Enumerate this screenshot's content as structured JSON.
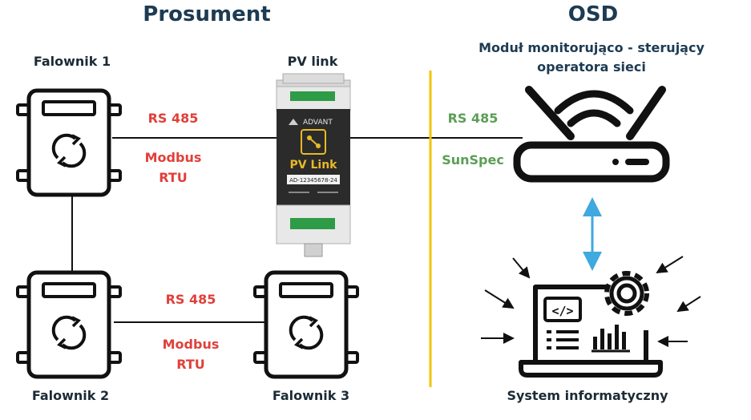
{
  "sections": {
    "left_title": "Prosument",
    "right_title": "OSD"
  },
  "devices": {
    "inverter1": "Falownik 1",
    "inverter2": "Falownik 2",
    "inverter3": "Falownik 3",
    "pvlink": "PV link",
    "pvlink_brand": "ADVANT",
    "pvlink_product": "PV Link",
    "pvlink_serial": "AD-12345678-24",
    "osd_module_line1": "Moduł monitorująco - sterujący",
    "osd_module_line2": "operatora sieci",
    "it_system": "System informatyczny"
  },
  "links": {
    "top_left_protocol": "RS 485",
    "top_left_modbus": "Modbus",
    "top_left_rtu": "RTU",
    "bottom_protocol": "RS 485",
    "bottom_modbus": "Modbus",
    "bottom_rtu": "RTU",
    "right_protocol": "RS 485",
    "right_sunspec": "SunSpec"
  },
  "colors": {
    "heading": "#1d3b52",
    "protocol_red": "#e0403a",
    "protocol_green": "#5c9e55",
    "divider": "#f2c500",
    "arrow": "#3fa9e0",
    "icon": "#111111"
  },
  "icons": [
    "inverter-icon",
    "pv-link-device",
    "router-icon",
    "laptop-gear-icon"
  ]
}
